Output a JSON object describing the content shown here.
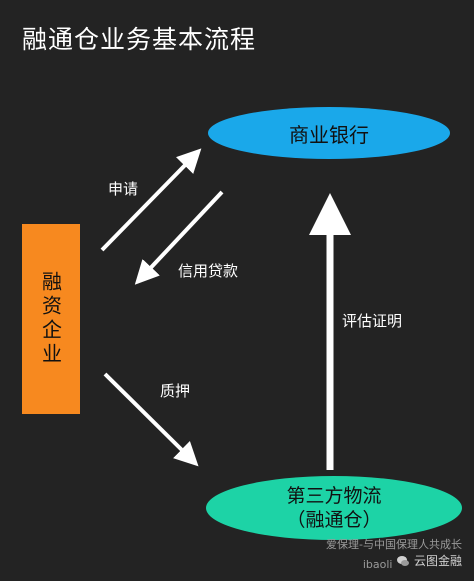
{
  "title": "融通仓业务基本流程",
  "nodes": {
    "bank": "商业银行",
    "enterprise": "融资企业",
    "logistics_line1": "第三方物流",
    "logistics_line2": "（融通仓）"
  },
  "edges": {
    "apply": "申请",
    "credit_loan": "信用贷款",
    "pledge": "质押",
    "evaluation": "评估证明"
  },
  "watermark": {
    "line1": "爱保理-与中国保理人共成长",
    "line2": "ibaoli",
    "brand": "云图金融"
  }
}
